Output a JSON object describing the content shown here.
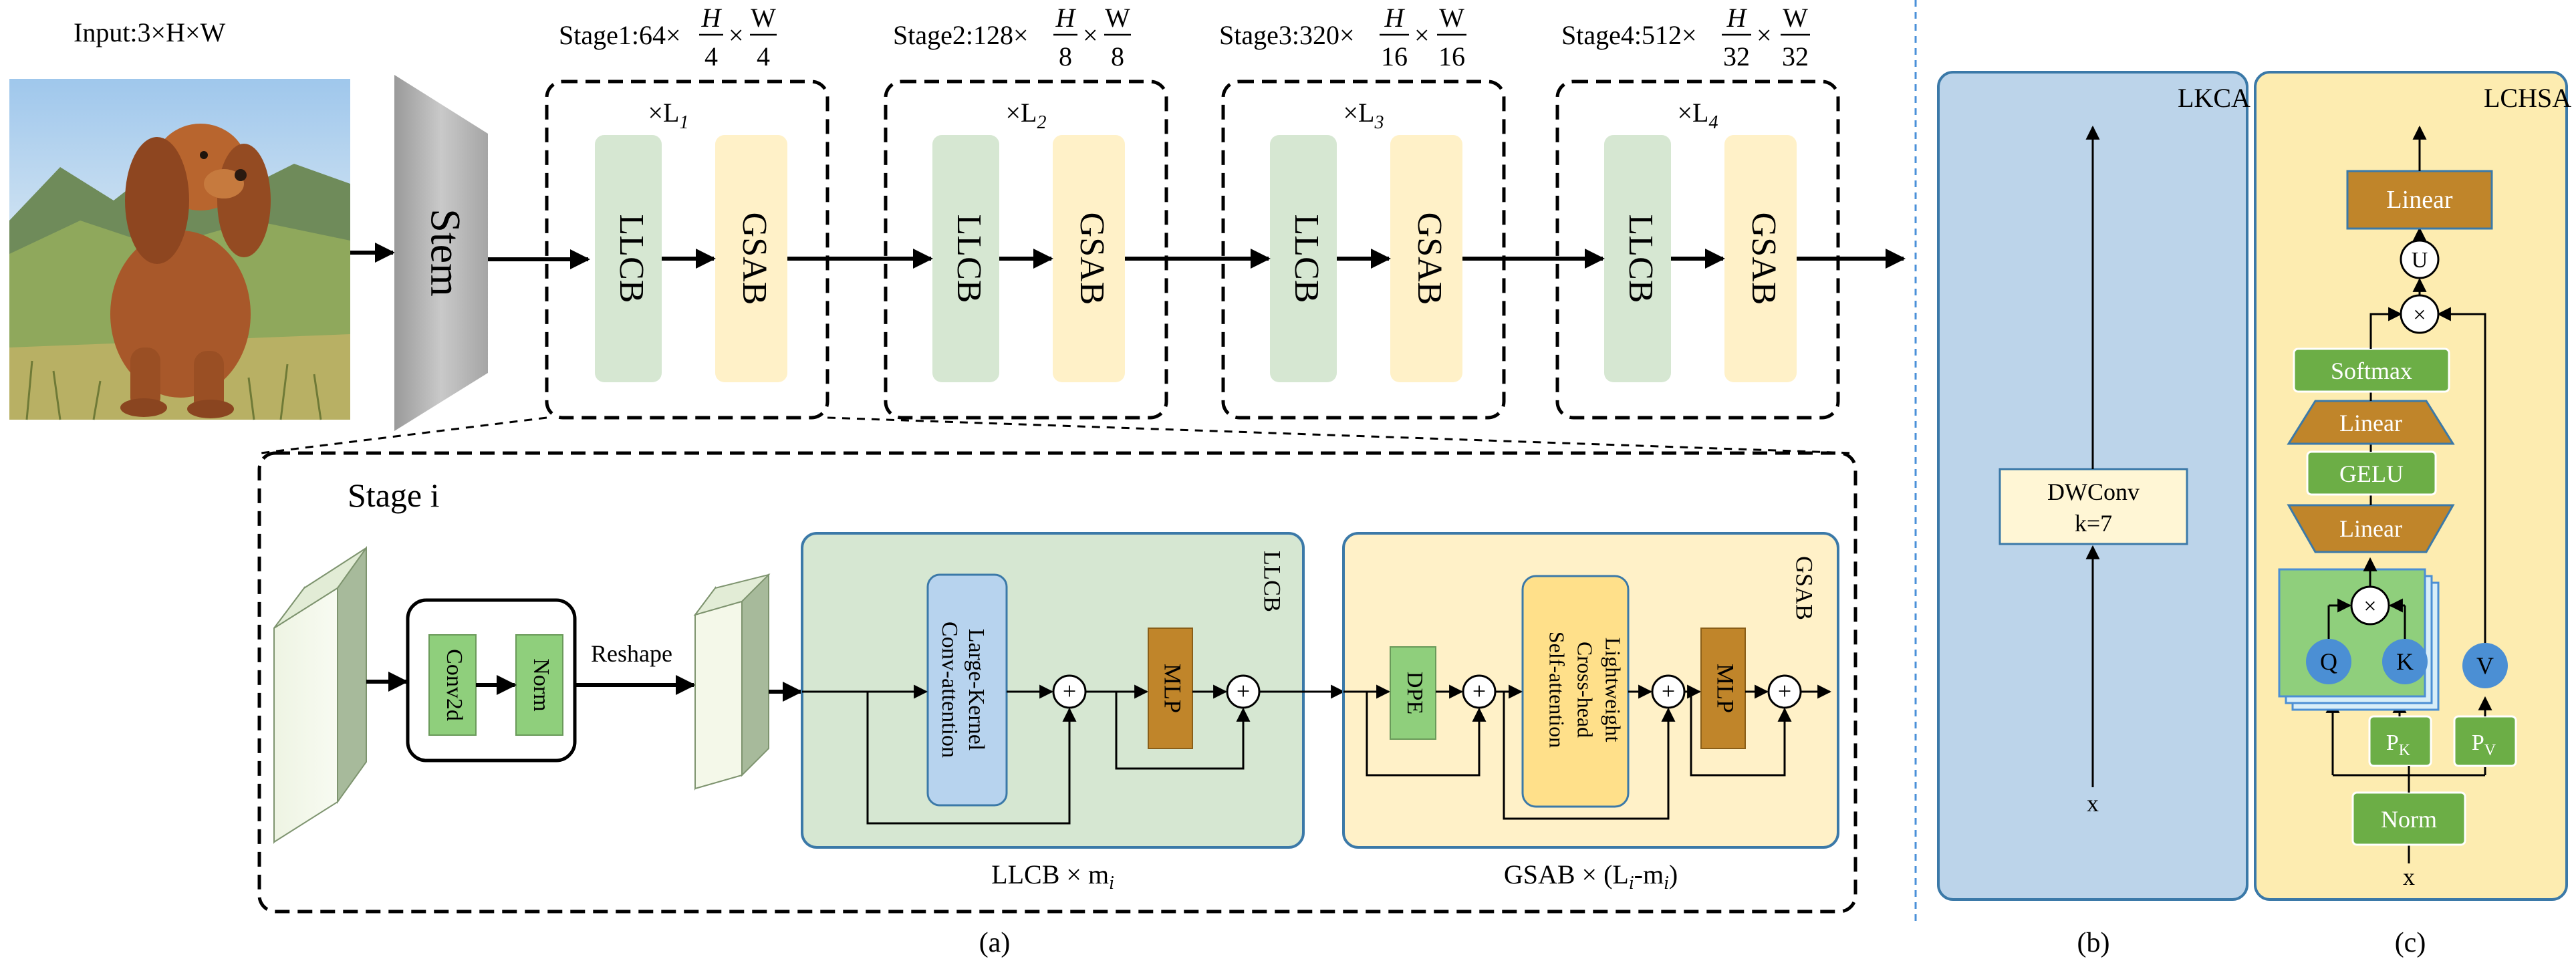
{
  "overview": {
    "input_label": "Input:3×H×W",
    "stem_label": "Stem",
    "stages": [
      {
        "prefix": "Stage1:64×",
        "h_div": "4",
        "w_div": "4",
        "repeat_label": "×L",
        "repeat_sub": "1",
        "block_a": "LLCB",
        "block_b": "GSAB"
      },
      {
        "prefix": "Stage2:128×",
        "h_div": "8",
        "w_div": "8",
        "repeat_label": "×L",
        "repeat_sub": "2",
        "block_a": "LLCB",
        "block_b": "GSAB"
      },
      {
        "prefix": "Stage3:320×",
        "h_div": "16",
        "w_div": "16",
        "repeat_label": "×L",
        "repeat_sub": "3",
        "block_a": "LLCB",
        "block_b": "GSAB"
      },
      {
        "prefix": "Stage4:512×",
        "h_div": "32",
        "w_div": "32",
        "repeat_label": "×L",
        "repeat_sub": "4",
        "block_a": "LLCB",
        "block_b": "GSAB"
      }
    ],
    "frac_h": "H",
    "frac_w": "W",
    "times": "×"
  },
  "stage_detail": {
    "title": "Stage i",
    "conv_label": "Conv2d",
    "norm_label": "Norm",
    "reshape_label": "Reshape",
    "llcb": {
      "title": "LLCB",
      "attention_line1": "Large-Kernel",
      "attention_line2": "Conv-attention",
      "mlp_label": "MLP",
      "caption_main": "LLCB × m",
      "caption_sub": "i"
    },
    "gsab": {
      "title": "GSAB",
      "dpe_label": "DPE",
      "attention_line1": "Lightweight",
      "attention_line2": "Cross-head",
      "attention_line3": "Self-attention",
      "mlp_label": "MLP",
      "caption_main": "GSAB  ×  (L",
      "caption_sub1": "i",
      "caption_mid": "-m",
      "caption_sub2": "i",
      "caption_end": ")"
    },
    "plus_symbol": "+"
  },
  "lkca": {
    "title": "LKCA",
    "dwconv_line1": "DWConv",
    "dwconv_line2": "k=7",
    "input_label": "x"
  },
  "lchsa": {
    "title": "LCHSA",
    "linear_top": "Linear",
    "u_symbol": "U",
    "mult_symbol": "×",
    "softmax": "Softmax",
    "linear_mid": "Linear",
    "gelu": "GELU",
    "linear_low": "Linear",
    "q_label": "Q",
    "k_label": "K",
    "v_label": "V",
    "pk_main": "P",
    "pk_sub": "K",
    "pv_main": "P",
    "pv_sub": "V",
    "norm": "Norm",
    "input_label": "x"
  },
  "captions": {
    "a": "(a)",
    "b": "(b)",
    "c": "(c)"
  },
  "colors": {
    "llcb_fill": "#d6e7d2",
    "gsab_fill": "#fff1c8",
    "green_dark": "#6cae46",
    "mlp_brown": "#c0852a",
    "lkca_blue": "#bcd4ea",
    "lchsa_yellow": "#fdecb0",
    "qkv_blue": "#4b8fd4",
    "attention_blue": "#b7d3ee",
    "attention_yellow": "#ffe08a",
    "stem_gray": "#b8b8b8",
    "dashed_blue": "#4a90d9"
  }
}
